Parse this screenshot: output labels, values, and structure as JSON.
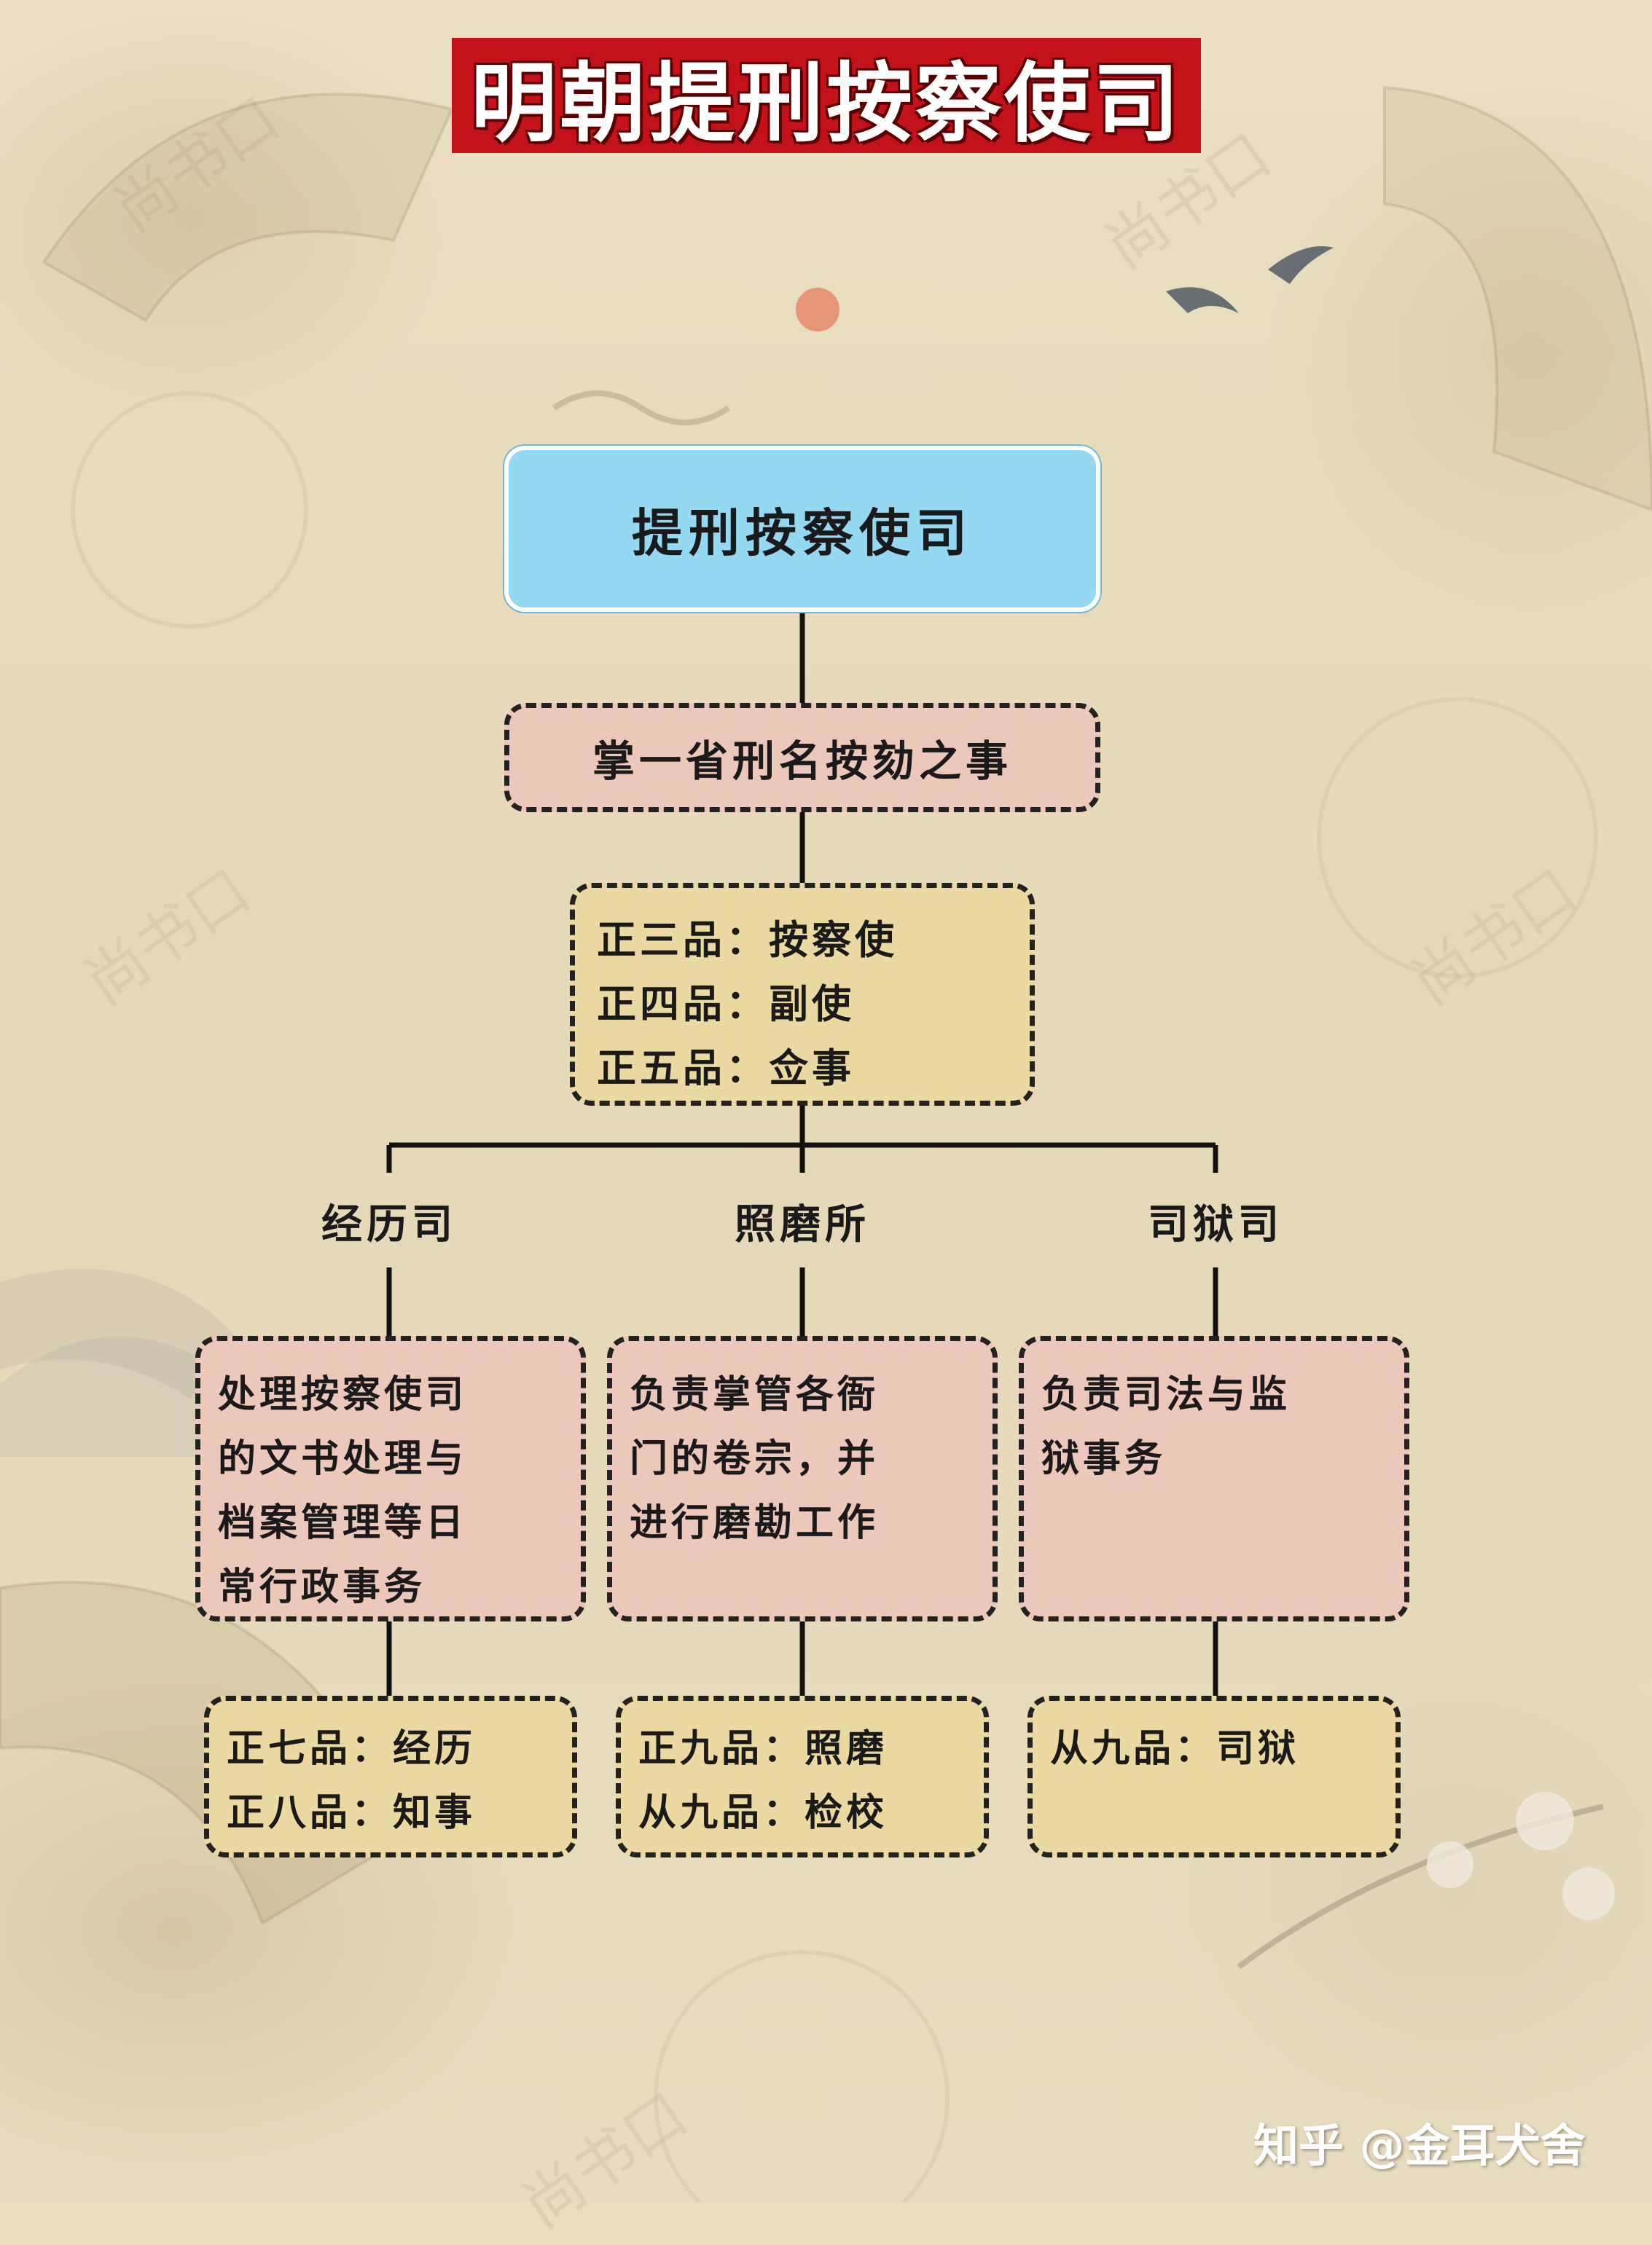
{
  "title": "明朝提刑按察使司",
  "root": {
    "name": "提刑按察使司",
    "duty": "掌一省刑名按劾之事",
    "ranks": [
      "正三品：按察使",
      "正四品：副使",
      "正五品：佥事"
    ]
  },
  "departments": [
    {
      "name": "经历司",
      "description": [
        "处理按察使司",
        "的文书处理与",
        "档案管理等日",
        "常行政事务"
      ],
      "ranks": [
        "正七品：经历",
        "正八品：知事"
      ]
    },
    {
      "name": "照磨所",
      "description": [
        "负责掌管各衙",
        "门的卷宗，并",
        "进行磨勘工作"
      ],
      "ranks": [
        "正九品：照磨",
        "从九品：检校"
      ]
    },
    {
      "name": "司狱司",
      "description": [
        "负责司法与监",
        "狱事务"
      ],
      "ranks": [
        "从九品：司狱"
      ]
    }
  ],
  "watermark": "尚书口",
  "footer": "知乎 @金耳犬舍",
  "colors": {
    "title_bg": "#c4121a",
    "root_bg": "#94d8f2",
    "pink_box": "#ecc8ba",
    "yellow_box": "#ead9a1",
    "paper": "#e9dcbf"
  }
}
